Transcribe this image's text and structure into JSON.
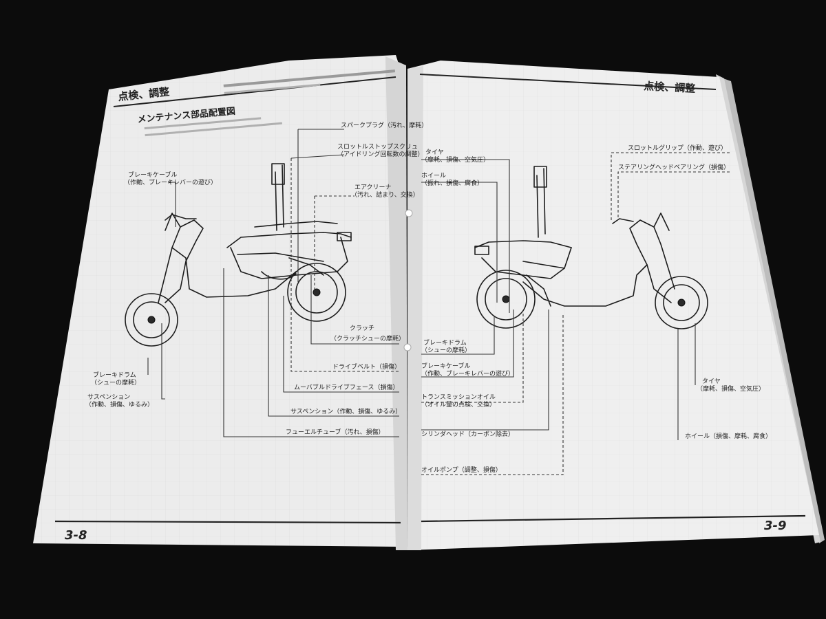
{
  "left_page": {
    "section_title": "点検、調整",
    "diagram_title": "メンテナンス部品配置図",
    "page_number": "3-8",
    "labels": {
      "spark_plug": "スパークプラグ（汚れ、摩耗）",
      "throttle_stop_1": "スロットルストップスクリュ",
      "throttle_stop_2": "（アイドリング回転数の調整）",
      "air_cleaner_1": "エアクリーナ",
      "air_cleaner_2": "（汚れ、詰まり、交換）",
      "brake_cable_1": "ブレーキケーブル",
      "brake_cable_2": "（作動、ブレーキレバーの遊び）",
      "clutch_1": "クラッチ",
      "clutch_2": "（クラッチシューの摩耗）",
      "drive_belt": "ドライブベルト（損傷）",
      "movable_drive_face": "ムーバブルドライブフェース（損傷）",
      "suspension_main": "サスペンション（作動、損傷、ゆるみ）",
      "fuel_tube": "フューエルチューブ（汚れ、損傷）",
      "brake_drum_1": "ブレーキドラム",
      "brake_drum_2": "（シューの摩耗）",
      "suspension_left_1": "サスペンション",
      "suspension_left_2": "（作動、損傷、ゆるみ）"
    }
  },
  "right_page": {
    "section_title": "点検、調整",
    "page_number": "3-9",
    "labels": {
      "tire_top_1": "タイヤ",
      "tire_top_2": "（摩耗、損傷、空気圧）",
      "wheel_top_1": "ホイール",
      "wheel_top_2": "（振れ、損傷、腐食）",
      "throttle_grip": "スロットルグリップ（作動、遊び）",
      "steering_head": "ステアリングヘッドベアリング（損傷）",
      "brake_drum_1": "ブレーキドラム",
      "brake_drum_2": "（シューの摩耗）",
      "brake_cable_1": "ブレーキケーブル",
      "brake_cable_2": "（作動、ブレーキレバーの遊び）",
      "transmission_1": "トランスミッションオイル",
      "transmission_2": "（オイル量の点検、交換）",
      "cylinder_head": "シリンダヘッド（カーボン除去）",
      "oil_pump": "オイルポンプ（調整、損傷）",
      "tire_right_1": "タイヤ",
      "tire_right_2": "（摩耗、損傷、空気圧）",
      "wheel_right": "ホイール（損傷、摩耗、腐食）"
    }
  }
}
